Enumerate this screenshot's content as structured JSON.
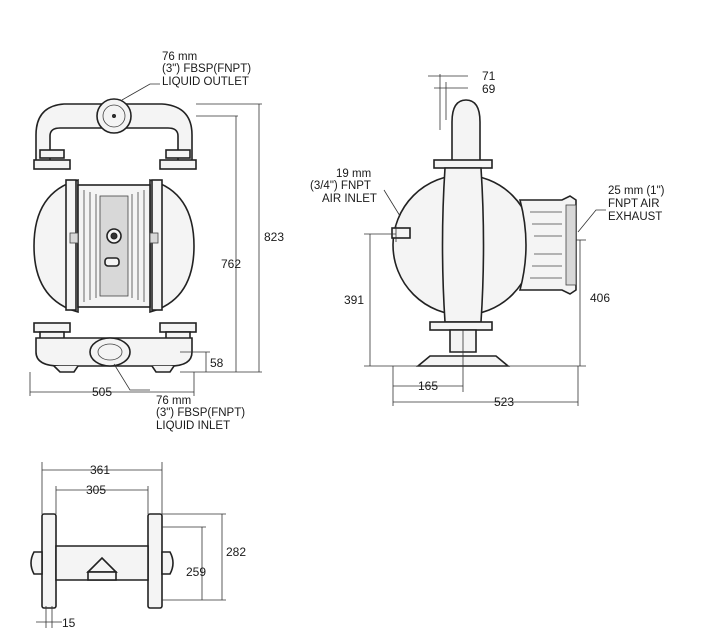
{
  "front_view": {
    "outlet_label": [
      "76 mm",
      "(3\") FBSP(FNPT)",
      "LIQUID OUTLET"
    ],
    "inlet_label": [
      "76 mm",
      "(3\") FBSP(FNPT)",
      "LIQUID INLET"
    ],
    "dim_overall_height": "823",
    "dim_outlet_height": "762",
    "dim_inlet_height": "58",
    "dim_width": "505"
  },
  "side_view": {
    "air_inlet_label": [
      "19 mm",
      "(3/4\") FNPT",
      "AIR INLET"
    ],
    "air_exhaust_label": [
      "25 mm (1\")",
      "FNPT AIR",
      "EXHAUST"
    ],
    "dim_top_outer": "71",
    "dim_top_inner": "69",
    "dim_air_inlet_height": "391",
    "dim_exhaust_height": "406",
    "dim_center_offset": "165",
    "dim_overall_depth": "523"
  },
  "base_view": {
    "dim_outer_width": "361",
    "dim_inner_width": "305",
    "dim_outer_depth": "282",
    "dim_inner_depth": "259",
    "dim_slot": "15"
  }
}
